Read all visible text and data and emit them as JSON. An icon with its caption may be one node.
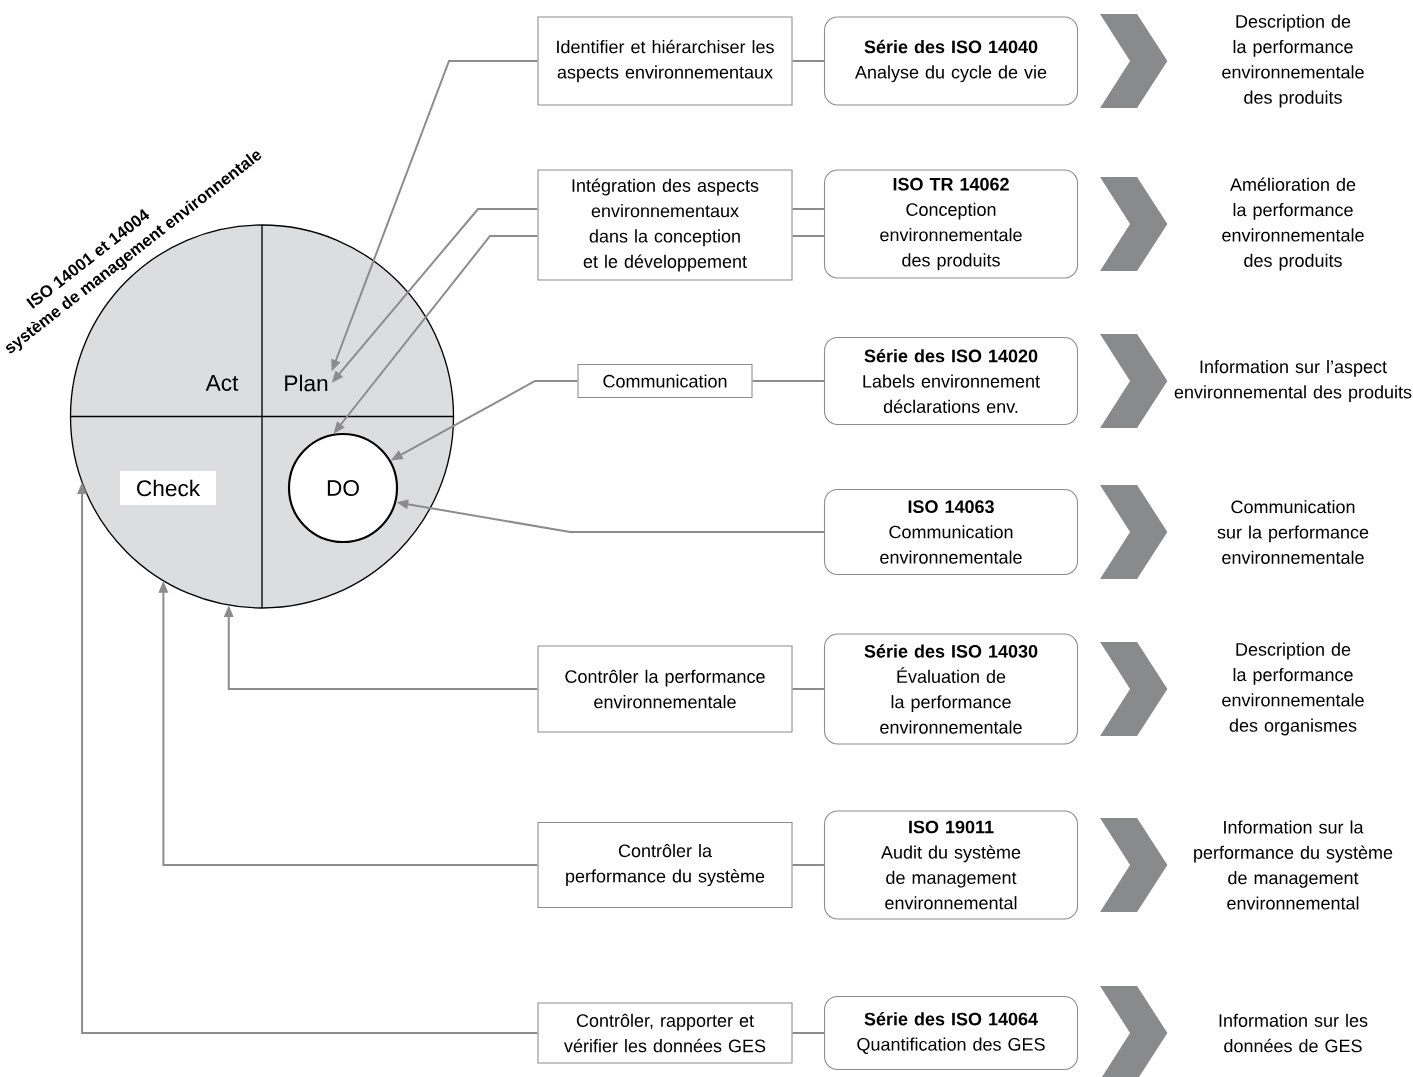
{
  "diagram": {
    "nodes": [
      {
        "text": [
          "ISO 14001 et 14004",
          "système de management environnentale"
        ]
      },
      {
        "text": [
          "Act"
        ],
        "in": 0
      },
      {
        "text": [
          "Plan"
        ],
        "in": 0
      },
      {
        "text": [
          "Check"
        ],
        "in": 0
      },
      {
        "text": [
          "DO"
        ],
        "in": 0
      },
      {
        "text": [
          "Identifier et hiérarchiser les aspects environnementaux"
        ]
      },
      {
        "text": [
          "Série des ISO 14040",
          "Analyse du cycle de vie"
        ]
      },
      {
        "text": [
          "Description de la performance environnementale des produits"
        ]
      },
      {
        "text": [
          "Intégration des aspects environnementaux dans la conception et le développement"
        ]
      },
      {
        "text": [
          "ISO TR 14062",
          "Conception environnementale des produits"
        ]
      },
      {
        "text": [
          "Amélioration de la performance environnementale des produits"
        ]
      },
      {
        "text": [
          "Communication"
        ]
      },
      {
        "text": [
          "Série des ISO 14020",
          "Labels environnement déclarations env."
        ]
      },
      {
        "text": [
          "Information sur l’aspect environnemental des produits"
        ]
      },
      {
        "text": [
          "ISO 14063",
          "Communication environnementale"
        ]
      },
      {
        "text": [
          "Communication sur la performance environnementale"
        ]
      },
      {
        "text": [
          "Contrôler la performance environnementale"
        ]
      },
      {
        "text": [
          "Série des ISO 14030",
          "Évaluation de la performance environnementale"
        ]
      },
      {
        "text": [
          "Description de la performance environnementale des organismes"
        ]
      },
      {
        "text": [
          "Contrôler la performance du système"
        ]
      },
      {
        "text": [
          "ISO 19011",
          "Audit du système de management environnemental"
        ]
      },
      {
        "text": [
          "Information sur la performance du système de management environnemental"
        ]
      },
      {
        "text": [
          "Contrôler, rapporter et vérifier les données GES"
        ]
      },
      {
        "text": [
          "Série des ISO 14064",
          "Quantification des GES"
        ]
      },
      {
        "text": [
          "Information sur les données de GES"
        ]
      }
    ],
    "edges": [
      {
        "from": 5,
        "to": 2,
        "arrow": "to"
      },
      {
        "from": 8,
        "to": 2,
        "arrow": "to"
      },
      {
        "from": 8,
        "to": 4,
        "arrow": "to"
      },
      {
        "from": 11,
        "to": 4,
        "arrow": "to"
      },
      {
        "from": 14,
        "to": 4,
        "arrow": "to"
      },
      {
        "from": 16,
        "to": 0,
        "arrow": "to"
      },
      {
        "from": 19,
        "to": 0,
        "arrow": "to"
      },
      {
        "from": 22,
        "to": 0,
        "arrow": "to"
      },
      {
        "from": 5,
        "to": 6,
        "arrow": "none"
      },
      {
        "from": 8,
        "to": 9,
        "arrow": "none"
      },
      {
        "from": 8,
        "to": 9,
        "arrow": "none"
      },
      {
        "from": 11,
        "to": 12,
        "arrow": "none"
      },
      {
        "from": 16,
        "to": 17,
        "arrow": "none"
      },
      {
        "from": 19,
        "to": 20,
        "arrow": "none"
      },
      {
        "from": 22,
        "to": 23,
        "arrow": "none"
      },
      {
        "from": 6,
        "to": 7,
        "arrow": "to",
        "style": "thick"
      },
      {
        "from": 9,
        "to": 10,
        "arrow": "to",
        "style": "thick"
      },
      {
        "from": 12,
        "to": 13,
        "arrow": "to",
        "style": "thick"
      },
      {
        "from": 14,
        "to": 15,
        "arrow": "to",
        "style": "thick"
      },
      {
        "from": 17,
        "to": 18,
        "arrow": "to",
        "style": "thick"
      },
      {
        "from": 20,
        "to": 21,
        "arrow": "to",
        "style": "thick"
      },
      {
        "from": 23,
        "to": 24,
        "arrow": "to",
        "style": "thick"
      }
    ]
  }
}
